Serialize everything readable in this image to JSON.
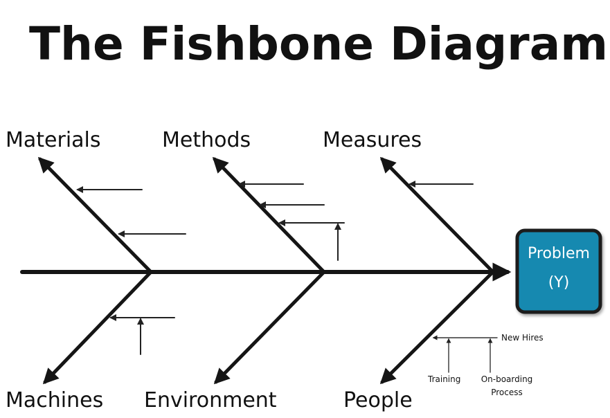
{
  "title": "The Fishbone Diagram",
  "problem": {
    "line1": "Problem",
    "line2": "(Y)",
    "fill_color": "#1489b0",
    "border_color": "#1a1a1a"
  },
  "categories": {
    "materials": "Materials",
    "methods": "Methods",
    "measures": "Measures",
    "machines": "Machines",
    "environment": "Environment",
    "people": "People"
  },
  "people_causes": {
    "new_hires": "New Hires",
    "training": "Training",
    "onboarding_line1": "On-boarding",
    "onboarding_line2": "Process"
  },
  "colors": {
    "ink": "#151515",
    "problem_box": "#1489b0"
  }
}
